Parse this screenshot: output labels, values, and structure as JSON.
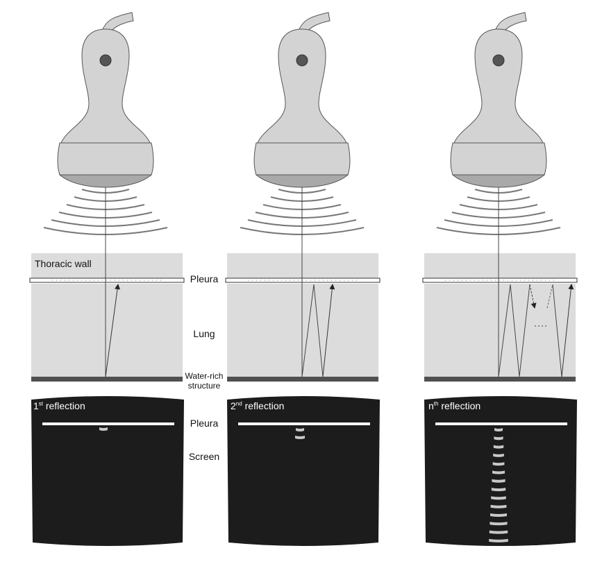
{
  "labels": {
    "thoracic_wall": "Thoracic wall",
    "pleura": "Pleura",
    "lung": "Lung",
    "water_rich_line1": "Water-rich",
    "water_rich_line2": "structure",
    "screen_pleura": "Pleura",
    "screen": "Screen"
  },
  "panels": [
    {
      "ordinal": "1",
      "suffix": "st",
      "title_rest": " reflection",
      "reflections": 1,
      "bands": 1
    },
    {
      "ordinal": "2",
      "suffix": "nd",
      "title_rest": " reflection",
      "reflections": 2,
      "bands": 2
    },
    {
      "ordinal": "n",
      "suffix": "th",
      "title_rest": " reflection",
      "reflections": "n",
      "bands": 14
    }
  ],
  "colors": {
    "probe": "#d3d3d3",
    "probe_dark": "#a9a9a9",
    "tissue": "#dcdcdc",
    "deep_structure": "#505050",
    "screen": "#1c1c1c",
    "echo_band": "#c8c8c8"
  }
}
